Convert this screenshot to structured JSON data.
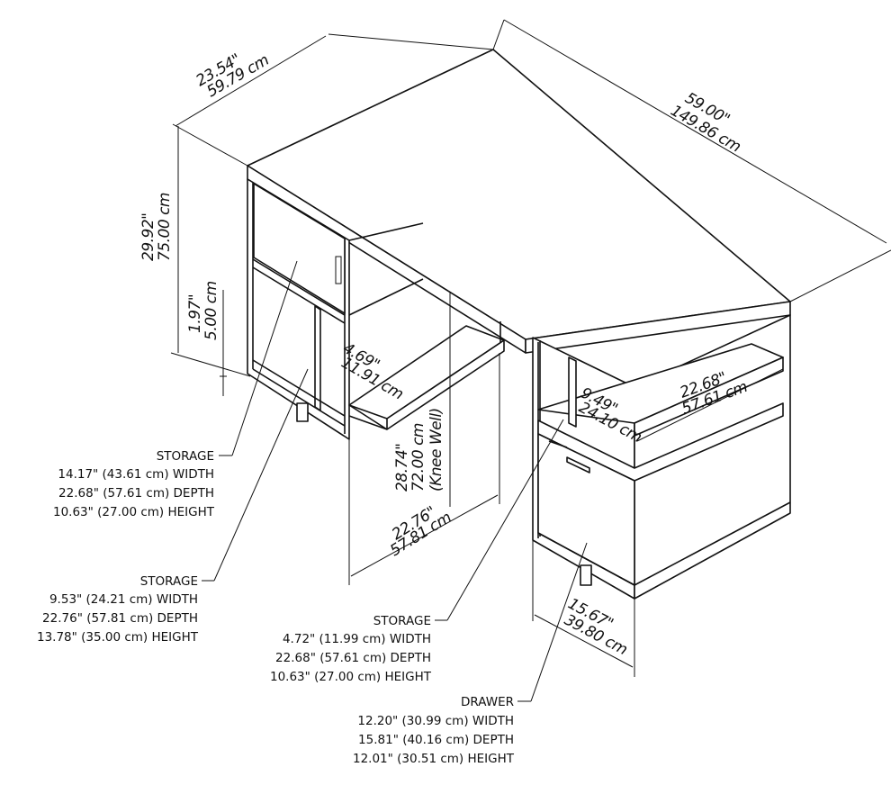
{
  "dimensions": {
    "top_depth_in": "23.54\"",
    "top_depth_cm": "59.79 cm",
    "top_width_in": "59.00\"",
    "top_width_cm": "149.86 cm",
    "height_in": "29.92\"",
    "height_cm": "75.00 cm",
    "base_in": "1.97\"",
    "base_cm": "5.00 cm",
    "divider_in": "4.69\"",
    "divider_cm": "11.91 cm",
    "knee_in": "28.74\"",
    "knee_cm": "72.00 cm",
    "knee_note": "(Knee Well)",
    "knee_depth_in": "22.76\"",
    "knee_depth_cm": "57.81 cm",
    "right_shelf_in": "22.68\"",
    "right_shelf_cm": "57.61 cm",
    "right_gap_in": "9.49\"",
    "right_gap_cm": "24.10 cm",
    "pedestal_in": "15.67\"",
    "pedestal_cm": "39.80 cm"
  },
  "callouts": [
    {
      "title": "STORAGE",
      "lines": [
        "14.17\" (43.61 cm) WIDTH",
        "22.68\" (57.61 cm) DEPTH",
        "10.63\" (27.00 cm) HEIGHT"
      ]
    },
    {
      "title": "STORAGE",
      "lines": [
        "9.53\" (24.21 cm) WIDTH",
        "22.76\" (57.81 cm) DEPTH",
        "13.78\" (35.00 cm) HEIGHT"
      ]
    },
    {
      "title": "STORAGE",
      "lines": [
        "4.72\" (11.99 cm) WIDTH",
        "22.68\" (57.61 cm) DEPTH",
        "10.63\" (27.00 cm) HEIGHT"
      ]
    },
    {
      "title": "DRAWER",
      "lines": [
        "12.20\" (30.99 cm) WIDTH",
        "15.81\" (40.16 cm) DEPTH",
        "12.01\" (30.51 cm) HEIGHT"
      ]
    }
  ]
}
